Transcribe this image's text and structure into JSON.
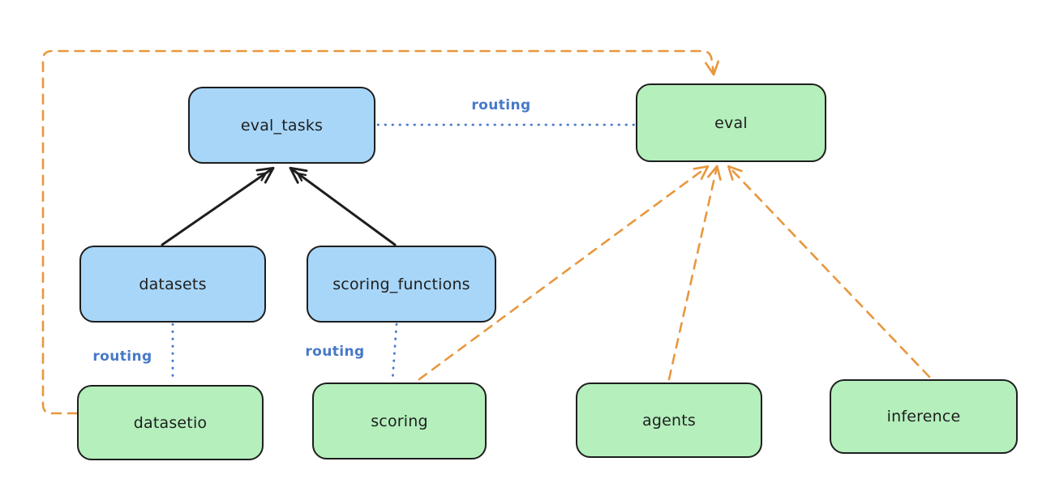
{
  "diagram_title": "",
  "colors": {
    "node_stroke": "#1e1e1e",
    "resource_fill_blue": "#a8d6f8",
    "api_fill_green": "#b4efbc",
    "routing_blue": "#4679c8",
    "provider_orange": "#e8973e",
    "arrow_black": "#1e1e1e",
    "background": "#ffffff"
  },
  "nodes": {
    "eval_tasks": {
      "label": "eval_tasks",
      "fill": "blue"
    },
    "eval": {
      "label": "eval",
      "fill": "green"
    },
    "datasets": {
      "label": "datasets",
      "fill": "blue"
    },
    "scoring_functions": {
      "label": "scoring_functions",
      "fill": "blue"
    },
    "datasetio": {
      "label": "datasetio",
      "fill": "green"
    },
    "scoring": {
      "label": "scoring",
      "fill": "green"
    },
    "agents": {
      "label": "agents",
      "fill": "green"
    },
    "inference": {
      "label": "inference",
      "fill": "green"
    }
  },
  "edge_label": "routing",
  "edges": [
    {
      "from": "datasets",
      "to": "eval_tasks",
      "style": "black-solid-arrow"
    },
    {
      "from": "scoring_functions",
      "to": "eval_tasks",
      "style": "black-solid-arrow"
    },
    {
      "from": "eval_tasks",
      "to": "eval",
      "style": "blue-dotted",
      "label": "routing"
    },
    {
      "from": "datasets",
      "to": "datasetio",
      "style": "blue-dotted",
      "label": "routing"
    },
    {
      "from": "scoring_functions",
      "to": "scoring",
      "style": "blue-dotted",
      "label": "routing"
    },
    {
      "from": "datasetio",
      "to": "eval",
      "style": "orange-dashed-arrow"
    },
    {
      "from": "scoring",
      "to": "eval",
      "style": "orange-dashed-arrow"
    },
    {
      "from": "agents",
      "to": "eval",
      "style": "orange-dashed-arrow"
    },
    {
      "from": "inference",
      "to": "eval",
      "style": "orange-dashed-arrow"
    }
  ]
}
